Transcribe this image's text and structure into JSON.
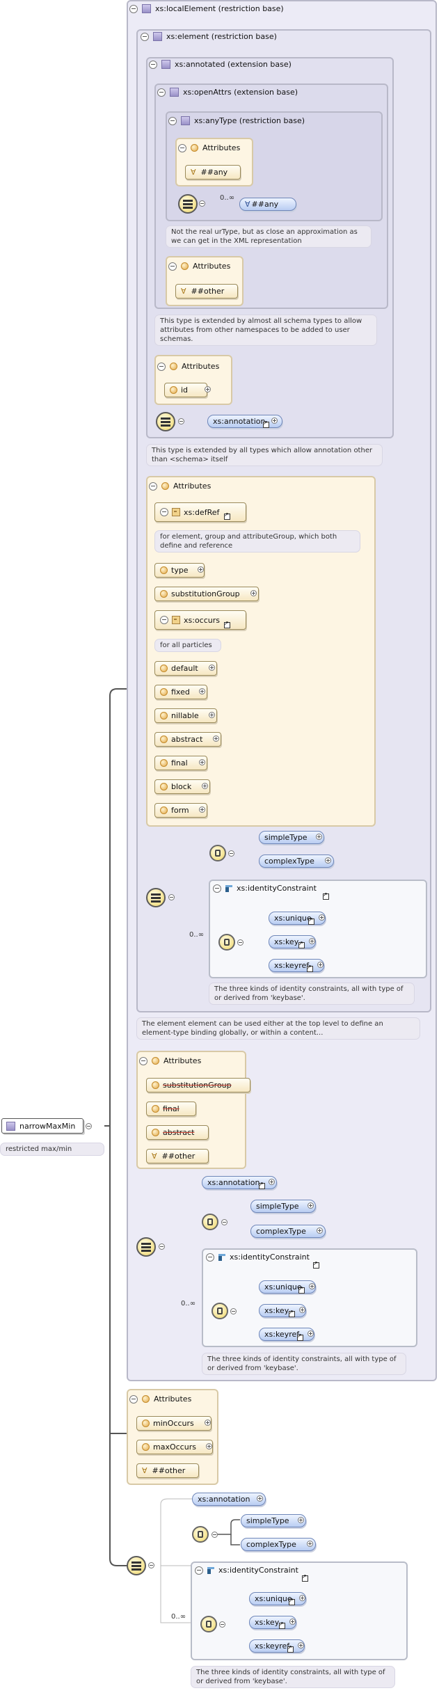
{
  "root": {
    "name": "narrowMaxMin",
    "doc": "restricted max/min"
  },
  "local_element": {
    "label": "xs:localElement (restriction base)"
  },
  "element": {
    "label": "xs:element (restriction base)"
  },
  "annotated": {
    "label": "xs:annotated (extension base)"
  },
  "open_attrs": {
    "label": "xs:openAttrs (extension base)"
  },
  "any_type": {
    "label": "xs:anyType (restriction base)",
    "attributes_label": "Attributes",
    "any_attr": "##any",
    "cardinality": "0..∞",
    "any_element": "##any",
    "doc": "Not the real urType, but as close an approximation as we can get in the XML representation"
  },
  "open_attrs_attributes": {
    "label": "Attributes",
    "other": "##other",
    "doc": "This type is extended by almost all schema types to allow attributes from other namespaces to be added to user schemas."
  },
  "annotated_attributes": {
    "label": "Attributes",
    "id": "id",
    "annotation": "xs:annotation",
    "doc": "This type is extended by all types which allow annotation other than <schema> itself"
  },
  "element_attributes": {
    "label": "Attributes",
    "def_ref": "xs:defRef",
    "def_ref_doc": "for element, group and attributeGroup, which both define and reference",
    "type": "type",
    "substitution_group": "substitutionGroup",
    "occurs": "xs:occurs",
    "occurs_doc": "for all particles",
    "items": [
      "default",
      "fixed",
      "nillable",
      "abstract",
      "final",
      "block",
      "form"
    ]
  },
  "element_content": {
    "simple_type": "simpleType",
    "complex_type": "complexType",
    "cardinality": "0..∞",
    "identity_constraint": "xs:identityConstraint",
    "unique": "xs:unique",
    "key": "xs:key",
    "keyref": "xs:keyref",
    "identity_doc": "The three kinds of identity constraints, all with type of or derived from 'keybase'.",
    "element_doc": "The element element can be used either at the top level to define an element-type binding globally, or within a content..."
  },
  "local_attributes": {
    "label": "Attributes",
    "substitution_group": "substitutionGroup",
    "final": "final",
    "abstract": "abstract",
    "other": "##other"
  },
  "local_content": {
    "annotation": "xs:annotation",
    "simple_type": "simpleType",
    "complex_type": "complexType",
    "cardinality": "0..∞",
    "identity_constraint": "xs:identityConstraint",
    "unique": "xs:unique",
    "key": "xs:key",
    "keyref": "xs:keyref",
    "identity_doc": "The three kinds of identity constraints, all with type of or derived from 'keybase'."
  },
  "root_attributes": {
    "label": "Attributes",
    "min_occurs": "minOccurs",
    "max_occurs": "maxOccurs",
    "other": "##other"
  },
  "root_content": {
    "annotation": "xs:annotation",
    "simple_type": "simpleType",
    "complex_type": "complexType",
    "cardinality": "0..∞",
    "identity_constraint": "xs:identityConstraint",
    "unique": "xs:unique",
    "key": "xs:key",
    "keyref": "xs:keyref",
    "identity_doc": "The three kinds of identity constraints, all with type of or derived from 'keybase'."
  }
}
